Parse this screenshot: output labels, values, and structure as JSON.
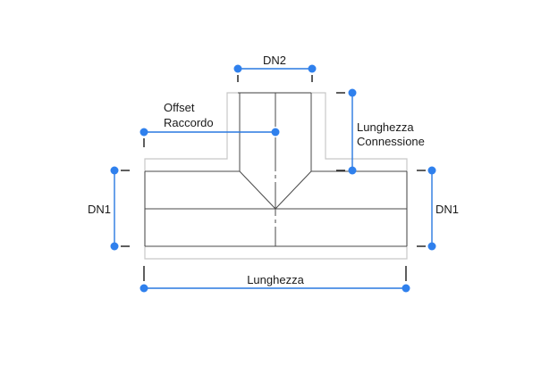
{
  "labels": {
    "dn2": "DN2",
    "offset_line1": "Offset",
    "offset_line2": "Raccordo",
    "conn_line1": "Lunghezza",
    "conn_line2": "Connessione",
    "dn1_left": "DN1",
    "dn1_right": "DN1",
    "length": "Lunghezza"
  },
  "colors": {
    "dimension": "#2979e0",
    "handle": "#2f80ed",
    "outline": "#c8c8c8",
    "body": "#4a4a4a"
  }
}
